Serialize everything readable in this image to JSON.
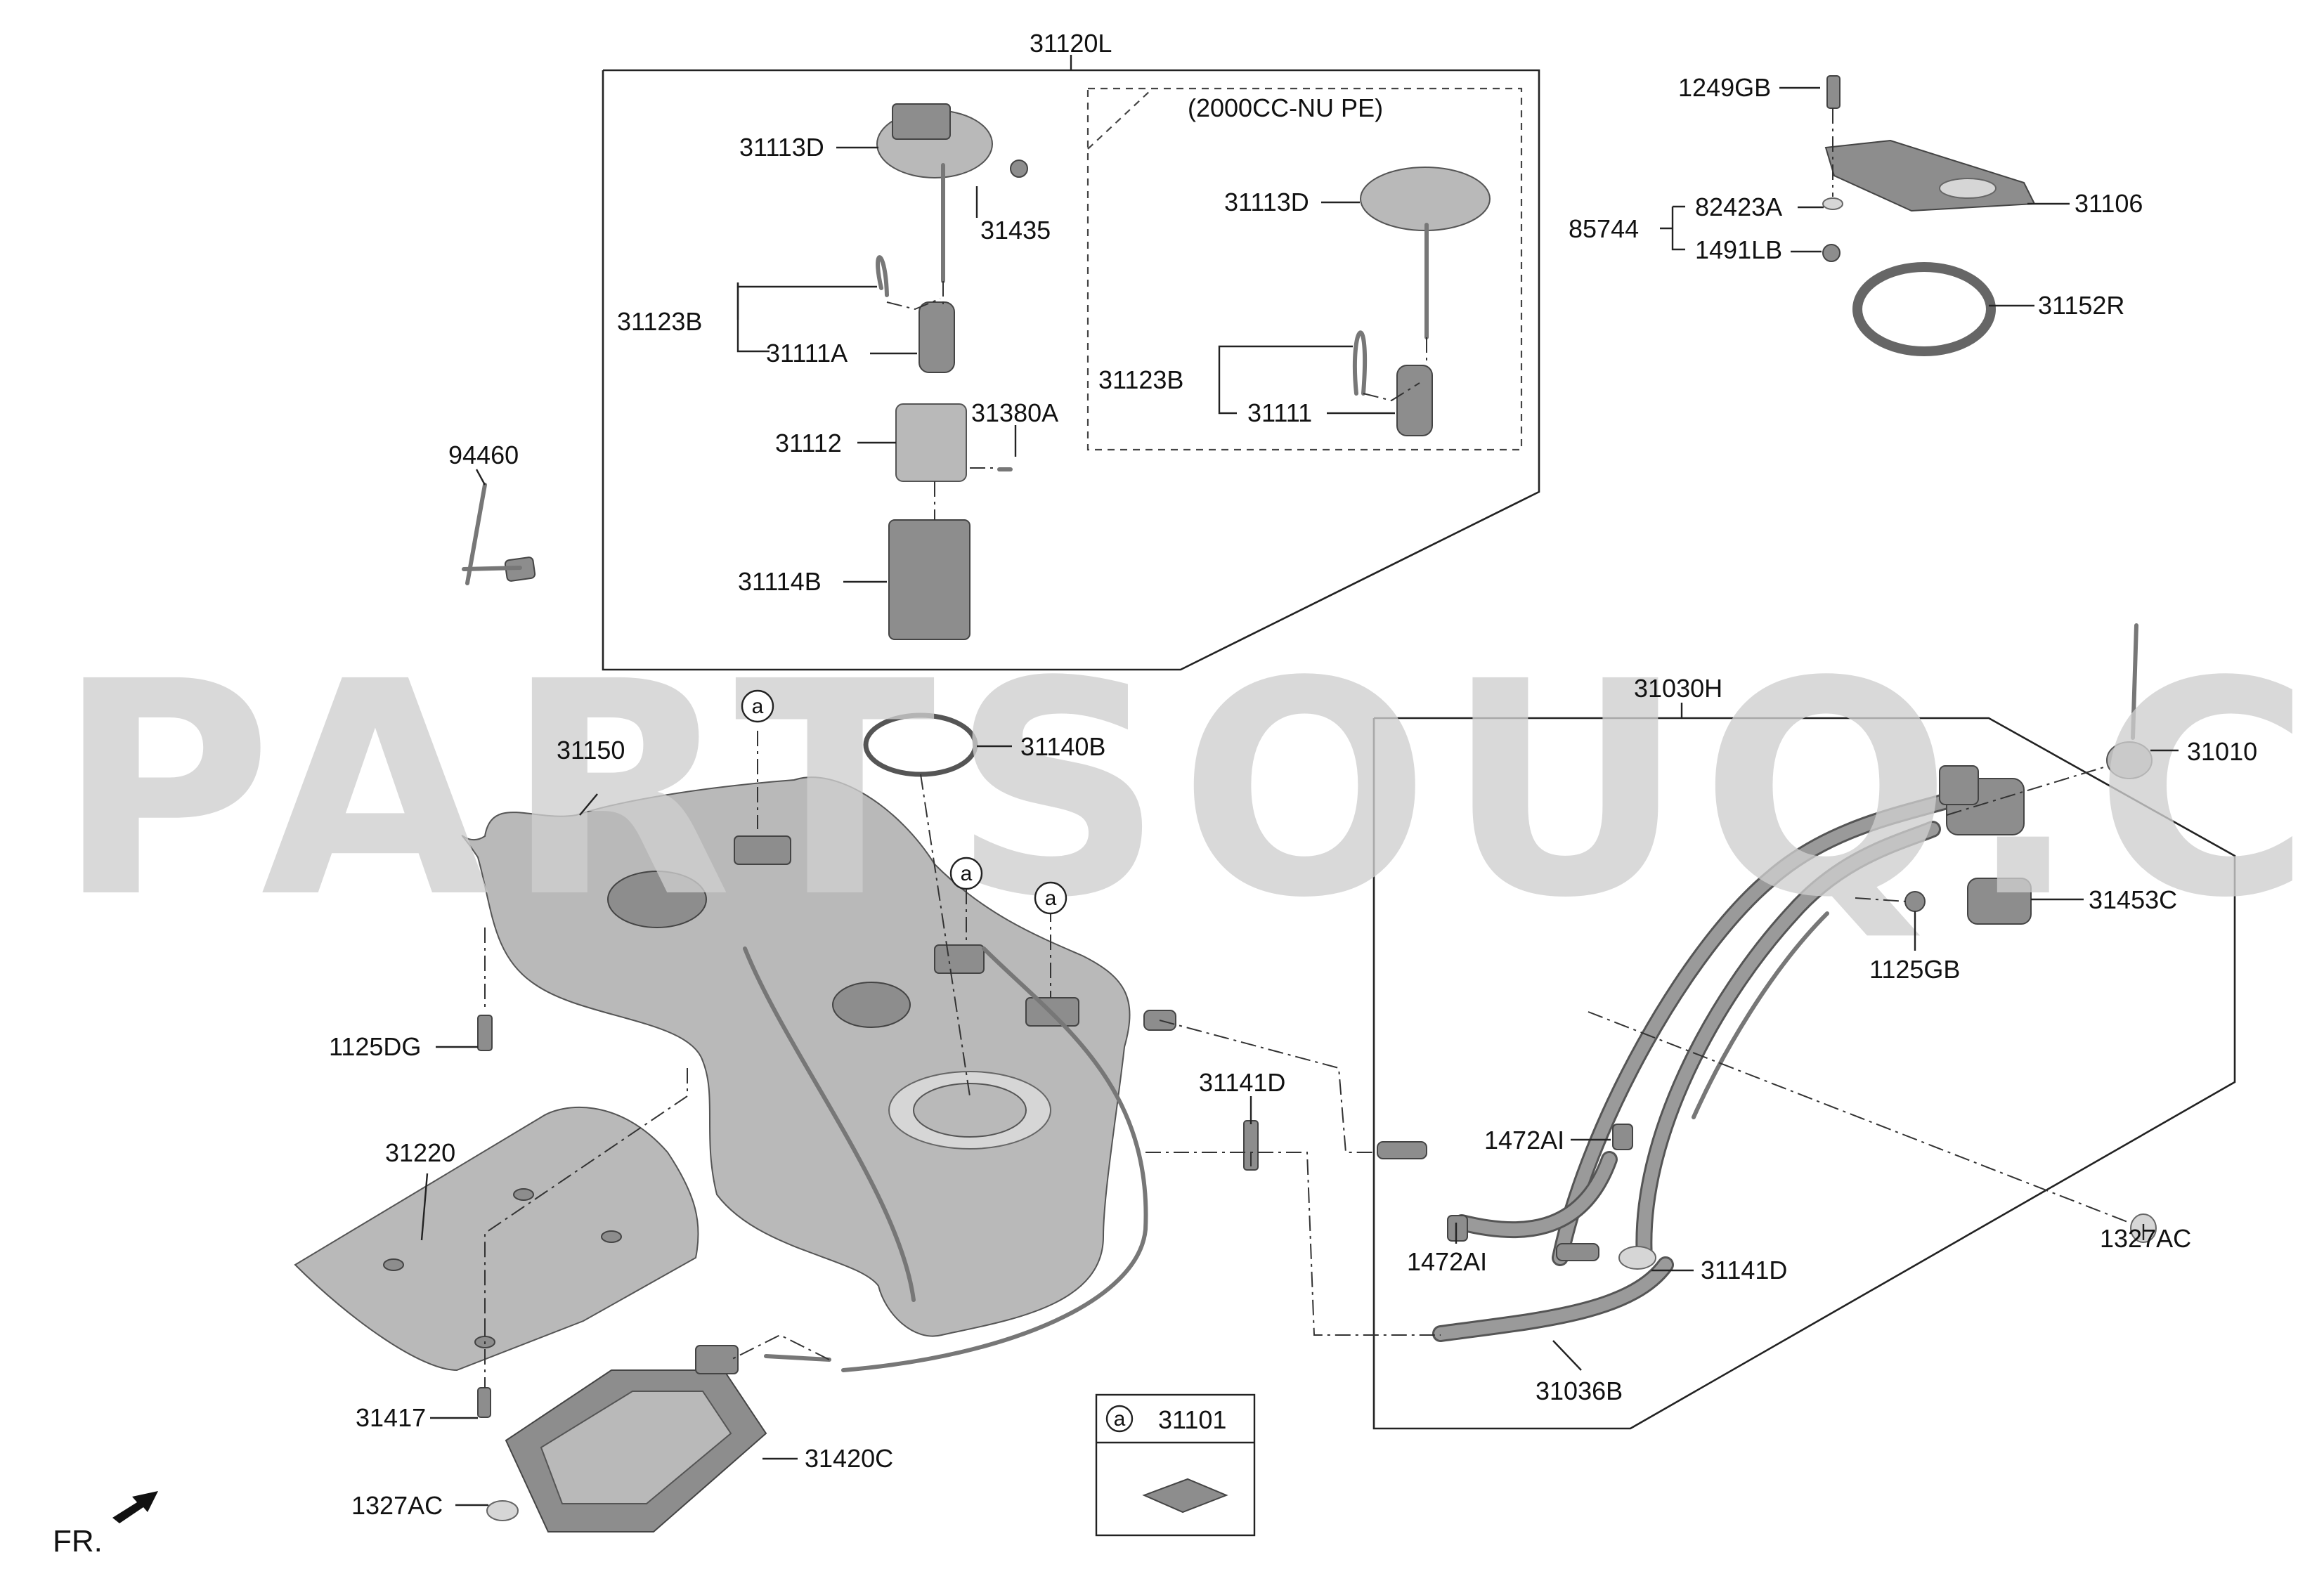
{
  "diagram": {
    "callouts": {
      "c31120L": "31120L",
      "c2000cc": "(2000CC-NU PE)",
      "c31113D_a": "31113D",
      "c31435": "31435",
      "c31123B_a": "31123B",
      "c31111A": "31111A",
      "c31112": "31112",
      "c31380A": "31380A",
      "c31114B": "31114B",
      "c31113D_b": "31113D",
      "c31123B_b": "31123B",
      "c31111": "31111",
      "c94460": "94460",
      "c1249GB": "1249GB",
      "c82423A": "82423A",
      "c85744": "85744",
      "c1491LB": "1491LB",
      "c31106": "31106",
      "c31152R": "31152R",
      "c31030H": "31030H",
      "c31010": "31010",
      "c31453C": "31453C",
      "c1125GB": "1125GB",
      "c31150": "31150",
      "c31140B": "31140B",
      "c1125DG": "1125DG",
      "c31141D_a": "31141D",
      "c1472AI_a": "1472AI",
      "c1472AI_b": "1472AI",
      "c1327AC_a": "1327AC",
      "c31141D_b": "31141D",
      "c31036B": "31036B",
      "c31220": "31220",
      "c31417": "31417",
      "c31420C": "31420C",
      "c1327AC_b": "1327AC",
      "c31101": "31101"
    },
    "ref_marker": "a",
    "front_label": "FR.",
    "watermark": "PARTSOUQ.COM"
  },
  "colors": {
    "line": "#222222",
    "part_fill": "#b9b9b9",
    "watermark": "#cfcfcf"
  }
}
